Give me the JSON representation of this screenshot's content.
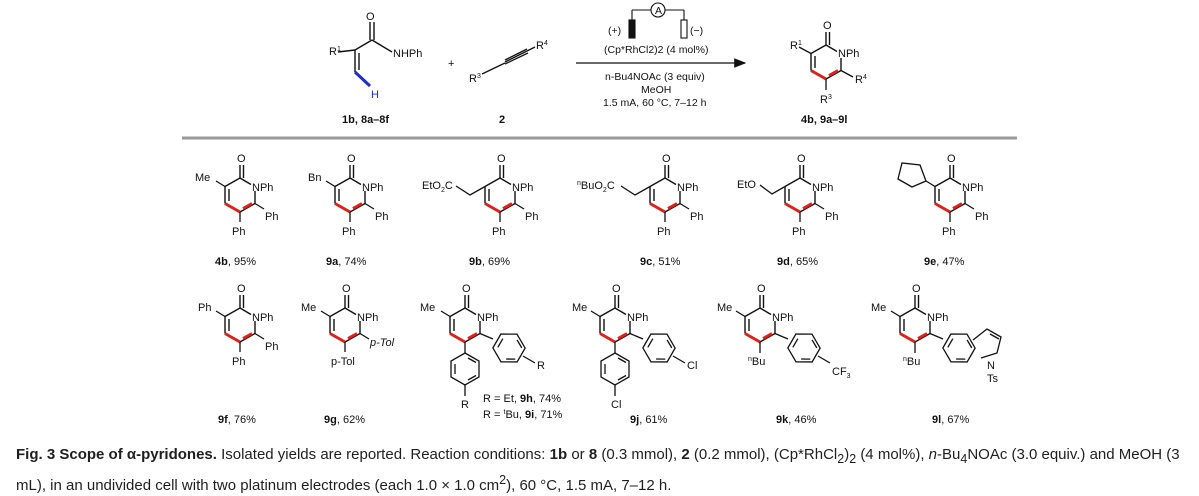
{
  "scheme": {
    "reactant1_label": "1b, 8a–8f",
    "reactant2_label": "2",
    "product_label": "4b, 9a–9l",
    "atoms": {
      "R1": "R",
      "R3": "R",
      "R4": "R",
      "NHPh": "NHPh",
      "NPh": "NPh",
      "H": "H",
      "O": "O",
      "plus": "+",
      "ammeter": "A",
      "anode": "(+)",
      "cathode": "(−)"
    },
    "conditions": {
      "catalyst": "(Cp*RhCl2)2 (4 mol%)",
      "additive": "n-Bu4NOAc (3 equiv)",
      "solvent": "MeOH",
      "params": "1.5 mA, 60 °C, 7–12 h"
    }
  },
  "products": [
    {
      "id": "4b",
      "yield": "95%",
      "subs": {
        "r5": "Me",
        "r3": "Ph",
        "r6": "Ph"
      }
    },
    {
      "id": "9a",
      "yield": "74%",
      "subs": {
        "r5": "Bn",
        "r3": "Ph",
        "r6": "Ph"
      }
    },
    {
      "id": "9b",
      "yield": "69%",
      "subs": {
        "r5": "EtO2C",
        "r3": "Ph",
        "r6": "Ph"
      }
    },
    {
      "id": "9c",
      "yield": "51%",
      "subs": {
        "r5": "nBuO2C",
        "r3": "Ph",
        "r6": "Ph"
      }
    },
    {
      "id": "9d",
      "yield": "65%",
      "subs": {
        "r5": "EtO",
        "r3": "Ph",
        "r6": "Ph"
      }
    },
    {
      "id": "9e",
      "yield": "47%",
      "subs": {
        "r5": "cyclopentyl",
        "r3": "Ph",
        "r6": "Ph"
      }
    },
    {
      "id": "9f",
      "yield": "76%",
      "subs": {
        "r5": "Ph",
        "r3": "Ph",
        "r6": "Ph"
      }
    },
    {
      "id": "9g",
      "yield": "62%",
      "subs": {
        "r5": "Me",
        "r3": "p-Tol",
        "r6": "p-Tol"
      }
    },
    {
      "id": "9h/9i",
      "yield_text": "R = Et, 9h, 74% / R = tBu, 9i, 71%",
      "subs": {
        "r5": "Me",
        "r_para": "R"
      }
    },
    {
      "id": "9j",
      "yield": "61%",
      "subs": {
        "r5": "Me",
        "para": "Cl"
      }
    },
    {
      "id": "9k",
      "yield": "46%",
      "subs": {
        "r5": "Me",
        "r3": "nBu",
        "para": "CF3"
      }
    },
    {
      "id": "9l",
      "yield": "67%",
      "subs": {
        "r5": "Me",
        "r3": "nBu",
        "indole_N": "N",
        "ts": "Ts"
      }
    }
  ],
  "labels": {
    "9h_line": "R = Et, 9h, 74%",
    "9i_line": "R = tBu, 9i, 71%"
  },
  "caption": {
    "fig_label": "Fig. 3",
    "title": "Scope of α-pyridones.",
    "text_1": "Isolated yields are reported. Reaction conditions:",
    "text_2": "or",
    "text_3": "(0.3 mmol),",
    "text_4": "(0.2 mmol), (Cp*RhCl",
    "text_5": ")",
    "text_6": "(4 mol%),",
    "text_7": "n",
    "text_8": "-Bu",
    "text_9": "NOAc (3.0 equiv.) and MeOH (3 mL), in an undivided cell with two platinum electrodes (each 1.0 × 1.0 cm",
    "text_10": "), 60 °C, 1.5 mA, 7–12 h.",
    "c1b": "1b",
    "c8": "8",
    "c2": "2",
    "sub2": "2",
    "sub4": "4",
    "sup2": "2"
  },
  "colors": {
    "red_bond": "#e0201b",
    "blue_bond": "#1f2bd6",
    "rule": "#9a9a9a",
    "caption_text": "#1f1f1f"
  }
}
